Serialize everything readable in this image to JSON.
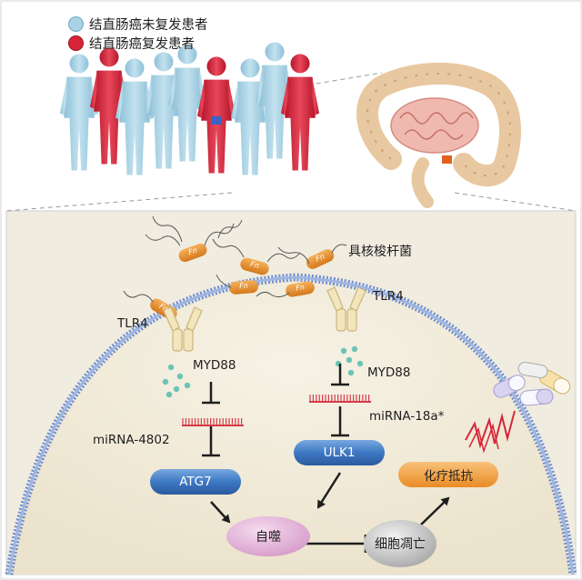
{
  "legend": {
    "no_recurrence": "结直肠癌未复发患者",
    "recurrence": "结直肠癌复发患者"
  },
  "bacteria": {
    "label": "具核梭杆菌",
    "tag": "Fn"
  },
  "pathway": {
    "receptor": "TLR4",
    "adaptor": "MYD88",
    "mirna_left": "miRNA-4802",
    "mirna_right": "miRNA-18a*",
    "atg7": "ATG7",
    "ulk1": "ULK1",
    "autophagy": "自噬",
    "apoptosis": "细胞凋亡",
    "chemoresistance": "化疗抵抗"
  },
  "colors": {
    "no_recurrence": "#a9d3e4",
    "recurrence": "#d8253a",
    "cell_fill": "#f2ecdc",
    "membrane": "#6f8fd0",
    "bacterium": "#e8902a",
    "mirna": "#d63b4a",
    "gene_pill": "#3e78c3",
    "autophagy": "#e8b5dc",
    "apoptosis": "#c9c9c9",
    "chemoresistance": "#f0a040"
  },
  "icons": [
    "tumor-marker-icon",
    "colon-organ-icon",
    "drug-capsule-icon",
    "inhibition-arrow-icon"
  ]
}
